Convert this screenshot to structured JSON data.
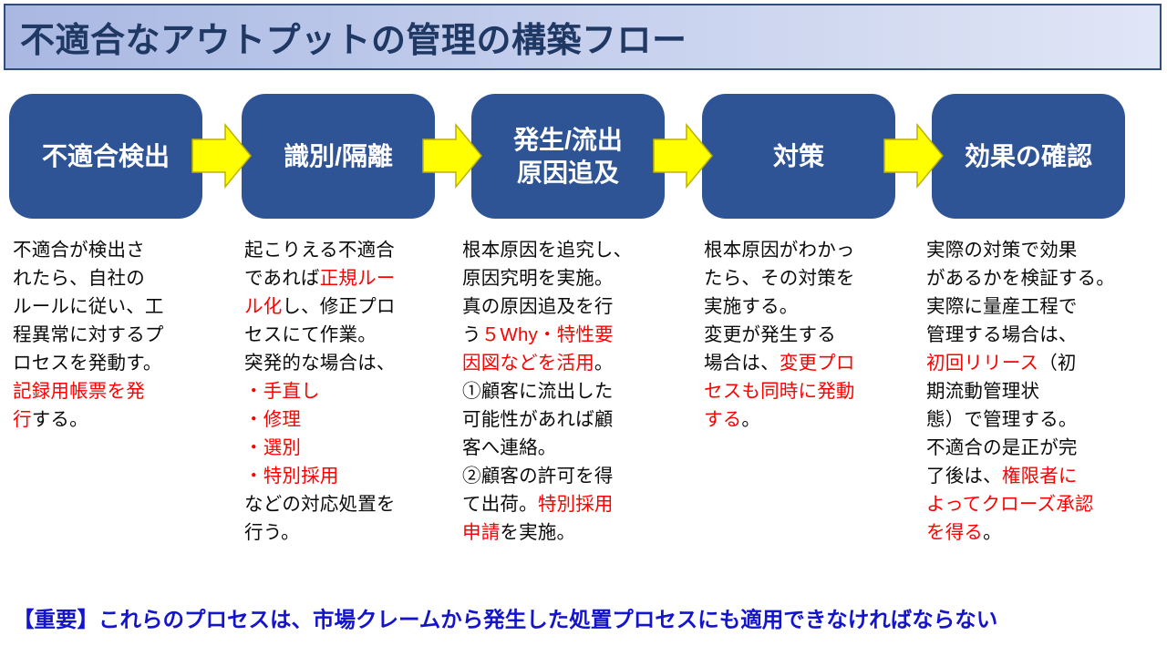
{
  "title": "不適合なアウトプットの管理の構築フロー",
  "flow": {
    "steps": [
      {
        "label": "不適合検出"
      },
      {
        "label": "識別/隔離"
      },
      {
        "label": "発生/流出\n原因追及"
      },
      {
        "label": "対策"
      },
      {
        "label": "効果の確認"
      }
    ]
  },
  "descriptions": [
    {
      "runs": [
        {
          "t": "不適合が検出さ\nれたら、自社の\nルールに従い、工\n程異常に対するプ\nロセスを発動す。\n",
          "c": "black"
        },
        {
          "t": "記録用帳票を発\n行",
          "c": "red"
        },
        {
          "t": "する。",
          "c": "black"
        }
      ]
    },
    {
      "runs": [
        {
          "t": "起こりえる不適合\nであれば",
          "c": "black"
        },
        {
          "t": "正規ルー\nル化",
          "c": "red"
        },
        {
          "t": "し、修正プロ\nセスにて作業。\n突発的な場合は、\n",
          "c": "black"
        },
        {
          "t": "・手直し\n・修理\n・選別\n・特別採用\n",
          "c": "red"
        },
        {
          "t": "などの対応処置を\n行う。",
          "c": "black"
        }
      ]
    },
    {
      "runs": [
        {
          "t": "根本原因を追究し、\n原因究明を実施。\n真の原因追及を行\nう",
          "c": "black"
        },
        {
          "t": "５Why・特性要\n因図などを活用",
          "c": "red"
        },
        {
          "t": "。\n①顧客に流出した\n可能性があれば顧\n客へ連絡。\n②顧客の許可を得\nて出荷。",
          "c": "black"
        },
        {
          "t": "特別採用\n申請",
          "c": "red"
        },
        {
          "t": "を実施。",
          "c": "black"
        }
      ]
    },
    {
      "runs": [
        {
          "t": "根本原因がわかっ\nたら、その対策を\n実施する。\n変更が発生する\n場合は、",
          "c": "black"
        },
        {
          "t": "変更プロ\nセスも同時に発動\nする",
          "c": "red"
        },
        {
          "t": "。",
          "c": "black"
        }
      ]
    },
    {
      "runs": [
        {
          "t": "実際の対策で効果\nがあるかを検証する。\n実際に量産工程で\n管理する場合は、\n",
          "c": "black"
        },
        {
          "t": "初回リリース",
          "c": "red"
        },
        {
          "t": "（初\n期流動管理状\n態）で管理する。\n不適合の是正が完\n了後は、",
          "c": "black"
        },
        {
          "t": "権限者に\nよってクローズ承認\nを得る",
          "c": "red"
        },
        {
          "t": "。",
          "c": "black"
        }
      ]
    }
  ],
  "footnote": "【重要】これらのプロセスは、市場クレームから発生した処置プロセスにも適用できなければならない",
  "colors": {
    "title_text": "#1F3864",
    "title_bg_left": "#A9B8E2",
    "title_bg_right": "#E0E6F6",
    "title_border": "#2F4C7C",
    "box_fill": "#2F5496",
    "box_text": "#FFFFFF",
    "arrow_fill": "#FFFF00",
    "arrow_border": "#BDB100",
    "highlight_red": "#FF0000",
    "body_text": "#0A0A0A",
    "footnote_blue": "#1414CC"
  }
}
